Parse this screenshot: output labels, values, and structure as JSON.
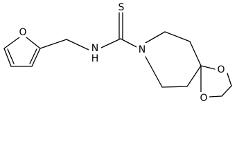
{
  "molecule": {
    "atoms": {
      "furan_o": "O",
      "thioamide_s": "S",
      "amide_n": "N",
      "amide_h": "H",
      "ring_n": "N",
      "ketal_o_upper": "O",
      "ketal_o_lower": "O"
    }
  },
  "colors": {
    "bond": "#000000",
    "label": "#000000",
    "background": "#ffffff"
  }
}
